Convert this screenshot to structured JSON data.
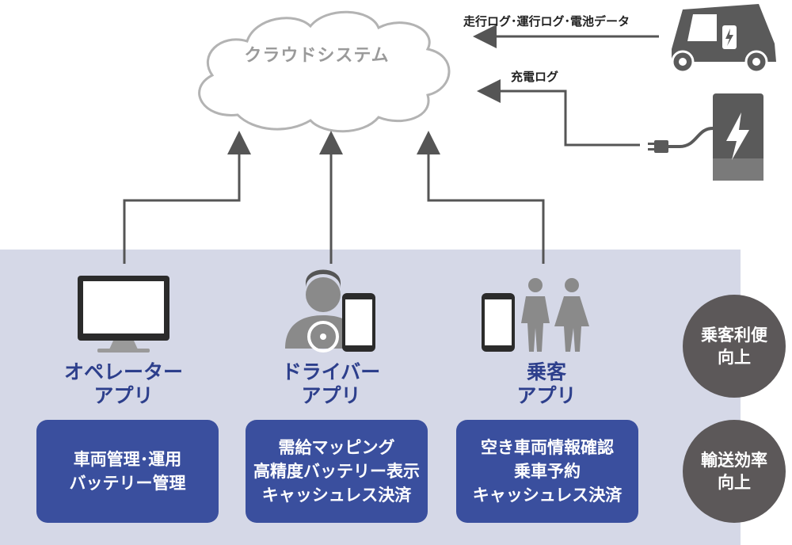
{
  "cloud": {
    "label": "クラウドシステム"
  },
  "flows": {
    "vehicle_label": "走行ログ･運行ログ･電池データ",
    "charge_label": "充電ログ"
  },
  "apps": [
    {
      "title_line1": "オペレーター",
      "title_line2": "アプリ",
      "features": [
        "車両管理･運用",
        "バッテリー管理"
      ]
    },
    {
      "title_line1": "ドライバー",
      "title_line2": "アプリ",
      "features": [
        "需給マッピング",
        "高精度バッテリー表示",
        "キャッシュレス決済"
      ]
    },
    {
      "title_line1": "乗客",
      "title_line2": "アプリ",
      "features": [
        "空き車両情報確認",
        "乗車予約",
        "キャッシュレス決済"
      ]
    }
  ],
  "benefits": [
    {
      "line1": "乗客利便",
      "line2": "向上"
    },
    {
      "line1": "輸送効率",
      "line2": "向上"
    }
  ],
  "colors": {
    "panel": "#d5d8e7",
    "accent": "#3a4f9e",
    "title": "#2d3f8c",
    "benefit": "#5c5859",
    "arrow": "#555555"
  }
}
